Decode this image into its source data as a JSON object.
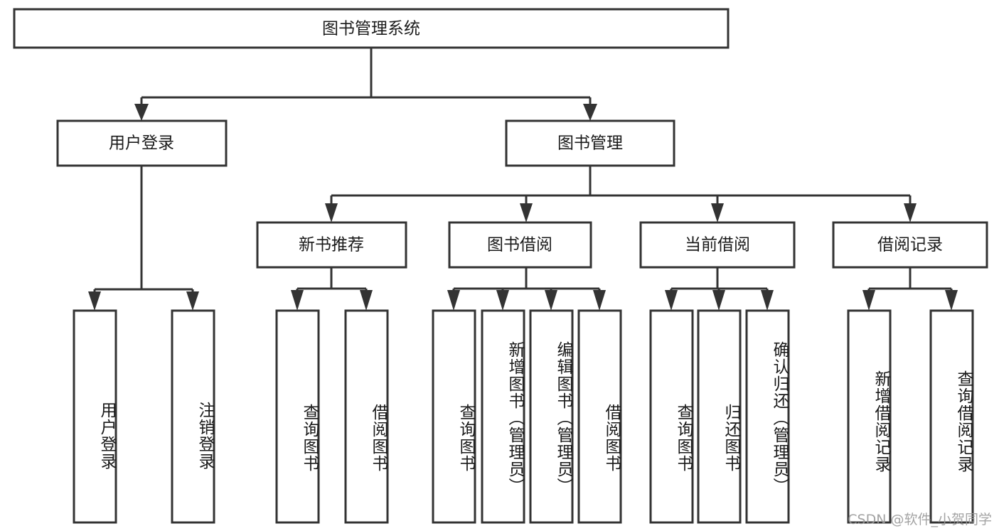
{
  "diagram": {
    "type": "tree-hierarchy",
    "title": "图书管理系统功能结构图",
    "orientation": "top-down",
    "root": {
      "id": "root",
      "label": "图书管理系统",
      "level": 1,
      "text_orientation": "horizontal"
    },
    "level2": [
      {
        "id": "user-login",
        "label": "用户登录",
        "parent": "root",
        "text_orientation": "horizontal"
      },
      {
        "id": "book-manage",
        "label": "图书管理",
        "parent": "root",
        "text_orientation": "horizontal"
      }
    ],
    "level3": [
      {
        "id": "new-book-rec",
        "label": "新书推荐",
        "parent": "book-manage",
        "text_orientation": "horizontal"
      },
      {
        "id": "book-borrow",
        "label": "图书借阅",
        "parent": "book-manage",
        "text_orientation": "horizontal"
      },
      {
        "id": "current-borrow",
        "label": "当前借阅",
        "parent": "book-manage",
        "text_orientation": "horizontal"
      },
      {
        "id": "borrow-record",
        "label": "借阅记录",
        "parent": "book-manage",
        "text_orientation": "horizontal"
      }
    ],
    "leaves": [
      {
        "id": "leaf-user-login",
        "label": "用户登录",
        "parent": "user-login",
        "text_orientation": "vertical"
      },
      {
        "id": "leaf-logout",
        "label": "注销登录",
        "parent": "user-login",
        "text_orientation": "vertical"
      },
      {
        "id": "leaf-query-book-1",
        "label": "查询图书",
        "parent": "new-book-rec",
        "text_orientation": "vertical"
      },
      {
        "id": "leaf-borrow-book-1",
        "label": "借阅图书",
        "parent": "new-book-rec",
        "text_orientation": "vertical"
      },
      {
        "id": "leaf-query-book-2",
        "label": "查询图书",
        "parent": "book-borrow",
        "text_orientation": "vertical"
      },
      {
        "id": "leaf-add-book",
        "label": "新增图书（管理员）",
        "parent": "book-borrow",
        "text_orientation": "vertical"
      },
      {
        "id": "leaf-edit-book",
        "label": "编辑图书（管理员）",
        "parent": "book-borrow",
        "text_orientation": "vertical"
      },
      {
        "id": "leaf-borrow-book-2",
        "label": "借阅图书",
        "parent": "book-borrow",
        "text_orientation": "vertical"
      },
      {
        "id": "leaf-query-book-3",
        "label": "查询图书",
        "parent": "current-borrow",
        "text_orientation": "vertical"
      },
      {
        "id": "leaf-return-book",
        "label": "归还图书",
        "parent": "current-borrow",
        "text_orientation": "vertical"
      },
      {
        "id": "leaf-confirm-return",
        "label": "确认归还（管理员）",
        "parent": "current-borrow",
        "text_orientation": "vertical"
      },
      {
        "id": "leaf-add-record",
        "label": "新增借阅记录",
        "parent": "borrow-record",
        "text_orientation": "vertical"
      },
      {
        "id": "leaf-query-record",
        "label": "查询借阅记录",
        "parent": "borrow-record",
        "text_orientation": "vertical"
      }
    ],
    "colors": {
      "box_stroke": "#333333",
      "box_fill": "#ffffff",
      "text": "#1a1a1a",
      "connector": "#333333",
      "background": "#ffffff",
      "watermark": "#9a9a9a"
    }
  },
  "watermark": {
    "text": "CSDN @软件_小贺同学"
  }
}
